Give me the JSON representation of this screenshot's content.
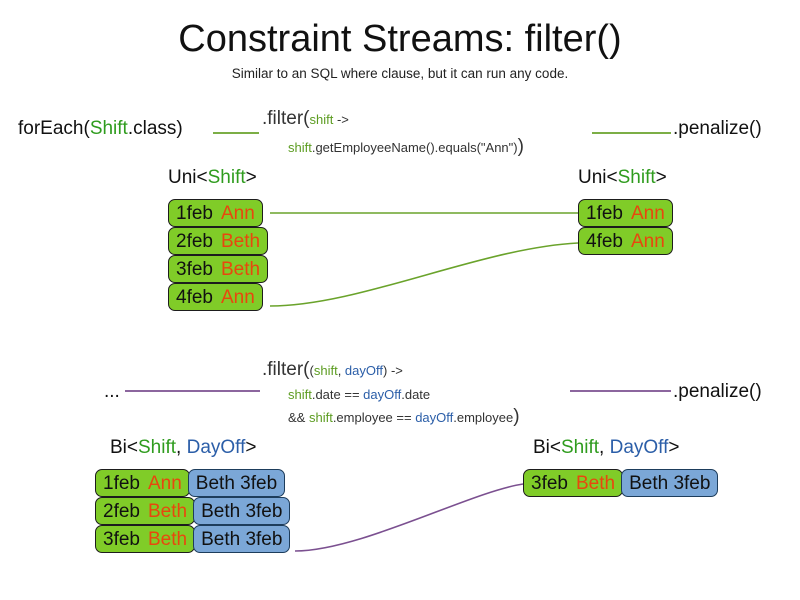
{
  "title": "Constraint Streams: filter()",
  "subtitle": "Similar to an SQL where clause, but it can run any code.",
  "colors": {
    "shift_fact": "#80cc28",
    "dayoff_fact": "#7ba7d7",
    "shift_keyword": "#5c9c21",
    "dayoff_keyword": "#2b5ea8",
    "employee_text": "#e8470e",
    "wire_top": "#6aa32b",
    "wire_bottom": "#7b5090",
    "code_text": "#333333"
  },
  "top_pipeline": {
    "source_label": "forEach(",
    "source_class": "Shift",
    "source_label_end": ".class)",
    "filter_head": ".filter(",
    "filter_param": "shift",
    "filter_arrow": " ->",
    "filter_body_var": "shift",
    "filter_body_rest": ".getEmployeeName().equals(\"Ann\")",
    "filter_close": ")",
    "terminal_label": ".penalize()",
    "input_caption_prefix": "Uni<",
    "input_caption_class": "Shift",
    "input_caption_suffix": ">",
    "output_caption_prefix": "Uni<",
    "output_caption_class": "Shift",
    "output_caption_suffix": ">",
    "input_tuples": [
      {
        "date": "1feb",
        "employee": "Ann"
      },
      {
        "date": "2feb",
        "employee": "Beth"
      },
      {
        "date": "3feb",
        "employee": "Beth"
      },
      {
        "date": "4feb",
        "employee": "Ann"
      }
    ],
    "output_tuples": [
      {
        "date": "1feb",
        "employee": "Ann"
      },
      {
        "date": "4feb",
        "employee": "Ann"
      }
    ]
  },
  "bottom_pipeline": {
    "source_label": "...",
    "filter_head": ".filter(",
    "filter_open_paren": "(",
    "filter_param_a": "shift",
    "filter_param_sep": ", ",
    "filter_param_b": "dayOff",
    "filter_params_close": ")",
    "filter_arrow": " ->",
    "filter_line2_var_a": "shift",
    "filter_line2_mid": ".date == ",
    "filter_line2_var_b": "dayOff",
    "filter_line2_end": ".date",
    "filter_line3_and": "&& ",
    "filter_line3_var_a": "shift",
    "filter_line3_mid": ".employee == ",
    "filter_line3_var_b": "dayOff",
    "filter_line3_end": ".employee",
    "filter_close": ")",
    "terminal_label": ".penalize()",
    "input_caption_prefix": "Bi<",
    "input_caption_class_a": "Shift",
    "input_caption_comma": ", ",
    "input_caption_class_b": "DayOff",
    "input_caption_suffix": ">",
    "output_caption_prefix": "Bi<",
    "output_caption_class_a": "Shift",
    "output_caption_comma": ", ",
    "output_caption_class_b": "DayOff",
    "output_caption_suffix": ">",
    "input_tuples": [
      {
        "date": "1feb",
        "employee": "Ann",
        "dayoff": "Beth 3feb"
      },
      {
        "date": "2feb",
        "employee": "Beth",
        "dayoff": "Beth 3feb"
      },
      {
        "date": "3feb",
        "employee": "Beth",
        "dayoff": "Beth 3feb"
      }
    ],
    "output_tuples": [
      {
        "date": "3feb",
        "employee": "Beth",
        "dayoff": "Beth 3feb"
      }
    ]
  }
}
